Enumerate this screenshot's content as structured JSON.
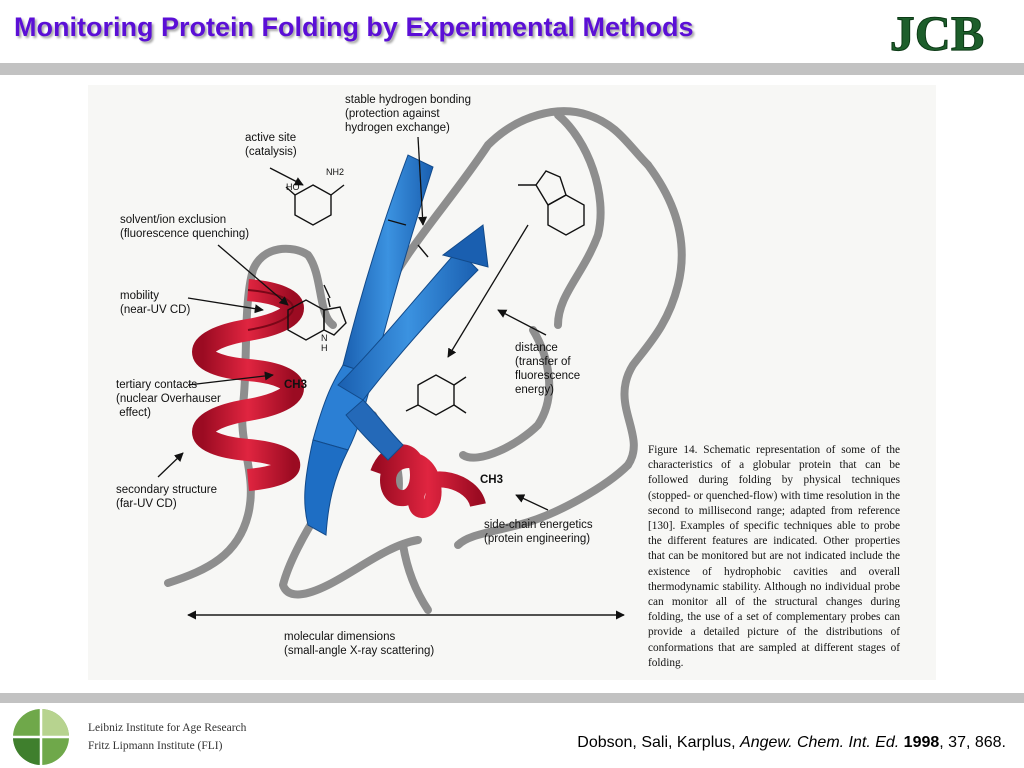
{
  "title": "Monitoring Protein Folding by Experimental Methods",
  "logo_text": "JCB",
  "figure": {
    "labels": {
      "hbond": "stable hydrogen bonding\n(protection against\nhydrogen exchange)",
      "active_site": "active site\n(catalysis)",
      "solvent": "solvent/ion exclusion\n(fluorescence quenching)",
      "mobility": "mobility\n(near-UV CD)",
      "tertiary": "tertiary contacts\n(nuclear Overhauser\n effect)",
      "secondary": "secondary structure\n(far-UV CD)",
      "distance": "distance\n(transfer of\nfluorescence\nenergy)",
      "sidechain": "side-chain energetics\n(protein engineering)",
      "dimensions": "molecular dimensions\n(small-angle X-ray scattering)",
      "ch3_a": "CH3",
      "ch3_b": "CH3",
      "nh2": "NH2",
      "ho": "HO",
      "nh": "N\nH"
    },
    "caption": "Figure 14. Schematic representation of some of the characteristics of a globular protein that can be followed during folding by physical techniques (stopped- or quenched-flow) with time resolution in the second to millisecond range; adapted from reference [130]. Examples of specific techniques able to probe the different features are indicated. Other properties that can be monitored but are not indicated include the existence of hydrophobic cavities and overall thermodynamic stability. Although no individual probe can monitor all of the structural changes during folding, the use of a set of complementary probes can provide a detailed picture of the distributions of conformations that are sampled at different stages of folding."
  },
  "footer": {
    "institute_line1": "Leibniz Institute for Age Research",
    "institute_line2": "Fritz Lipmann Institute (FLI)",
    "citation_authors": "Dobson, Sali, Karplus, ",
    "citation_journal": "Angew. Chem. Int. Ed.",
    "citation_year": " 1998",
    "citation_rest": ", 37, 868."
  },
  "colors": {
    "title": "#5b0fd6",
    "helix": "#c8102e",
    "strand": "#2b7fd4",
    "coil": "#8e8e8e",
    "bar": "#c2c2c2"
  }
}
